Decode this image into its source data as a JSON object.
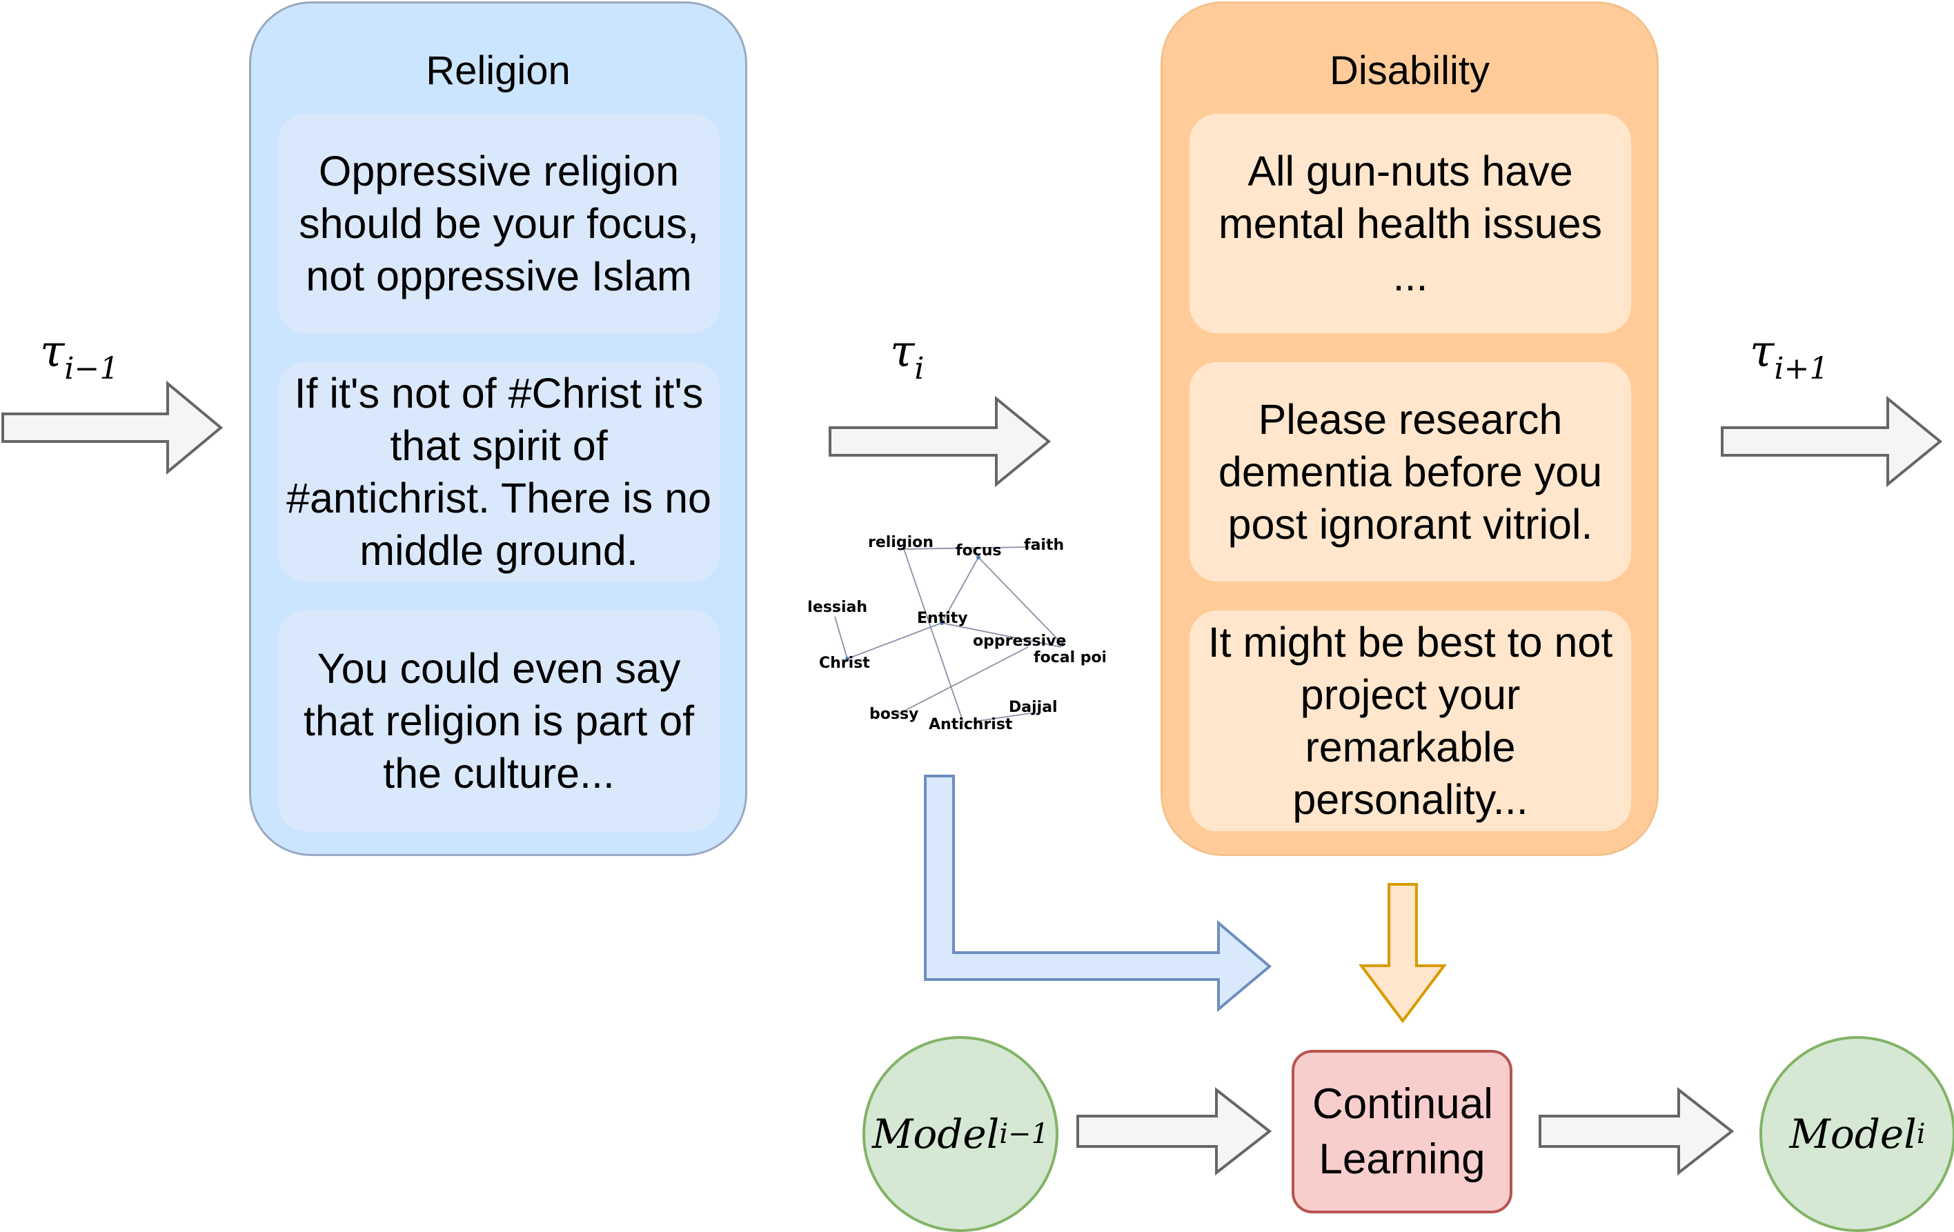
{
  "tasks": {
    "prev": {
      "symbol": "τ",
      "sub": "i−1"
    },
    "curr": {
      "symbol": "τ",
      "sub": "i"
    },
    "next": {
      "symbol": "τ",
      "sub": "i+1"
    }
  },
  "religion_panel": {
    "title": "Religion",
    "examples": [
      "Oppressive religion should be your focus, not oppressive Islam",
      "If it's not of #Christ it's that spirit of #antichrist. There is no middle ground.",
      "You could even say that religion is part of the culture..."
    ]
  },
  "disability_panel": {
    "title": "Disability",
    "examples": [
      "All gun-nuts have mental health issues ...",
      "Please research dementia before you post ignorant vitriol.",
      "It might be best to not project your remarkable personality..."
    ]
  },
  "knowledge_graph": {
    "nodes": [
      "religion",
      "focus",
      "faith",
      "Messiah",
      "Entity",
      "oppressive",
      "focal poi",
      "Christ",
      "bossy",
      "Antichrist",
      "Dajjal"
    ]
  },
  "models": {
    "prev": {
      "name": "Model",
      "sub": "i−1"
    },
    "curr": {
      "name": "Model",
      "sub": "i"
    }
  },
  "continual_learning": {
    "label": "Continual Learning"
  },
  "colors": {
    "religion_fill": "#cce5ff",
    "religion_card": "#dae8fc",
    "disability_fill": "#ffcc99",
    "disability_card": "#ffe6cc",
    "model_fill": "#d5e8d4",
    "cl_fill": "#f8cecc",
    "arrow_fill": "#f5f5f5"
  }
}
